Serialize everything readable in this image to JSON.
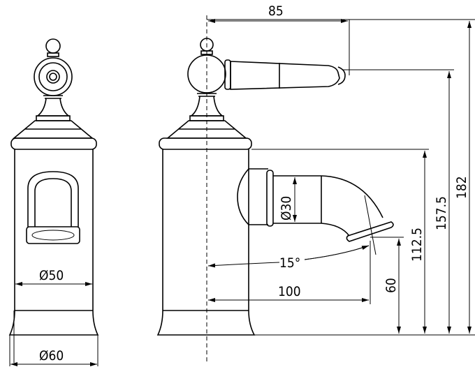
{
  "drawing": {
    "title": "Basin mixer tap dimension drawing",
    "dimensions": {
      "reach_top": "85",
      "total_height": "182",
      "handle_height": "157.5",
      "body_height": "112.5",
      "spout_height": "60",
      "spout_reach": "100",
      "spout_angle": "15°",
      "spout_diameter": "Ø30",
      "body_diameter": "Ø50",
      "base_diameter": "Ø60"
    }
  }
}
